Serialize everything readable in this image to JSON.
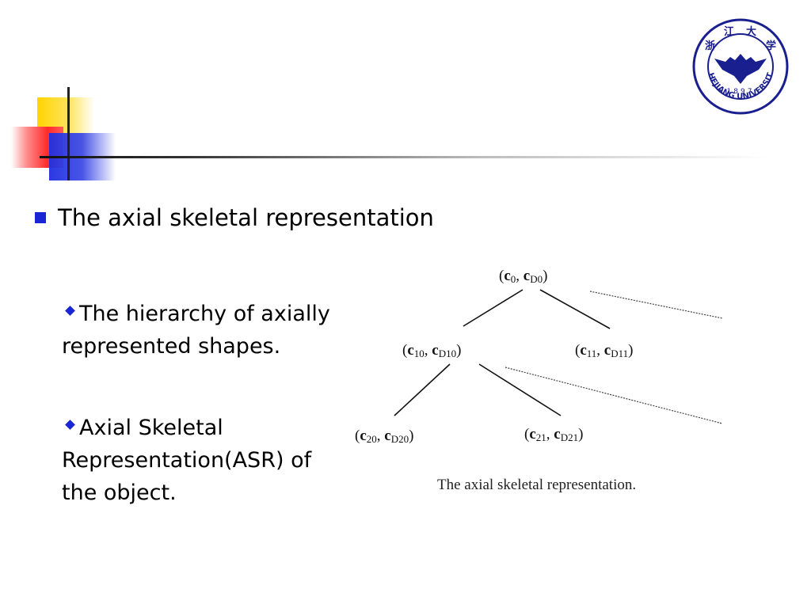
{
  "slide": {
    "bullet": "The axial skeletal representation",
    "subpoints": [
      "The hierarchy of axially represented shapes.",
      "Axial Skeletal Representation(ASR) of the object."
    ]
  },
  "logo": {
    "chinese": [
      "浙",
      "江",
      "大",
      "学"
    ],
    "year": "1897",
    "name": "ZHEJIANG UNIVERSITY",
    "color": "#1a1f8f"
  },
  "figure": {
    "nodes": [
      {
        "a": "c",
        "as": "0",
        "b": "c",
        "bs": "D0"
      },
      {
        "a": "c",
        "as": "10",
        "b": "c",
        "bs": "D10"
      },
      {
        "a": "c",
        "as": "11",
        "b": "c",
        "bs": "D11"
      },
      {
        "a": "c",
        "as": "20",
        "b": "c",
        "bs": "D20"
      },
      {
        "a": "c",
        "as": "21",
        "b": "c",
        "bs": "D21"
      }
    ],
    "caption": "The axial skeletal representation."
  }
}
